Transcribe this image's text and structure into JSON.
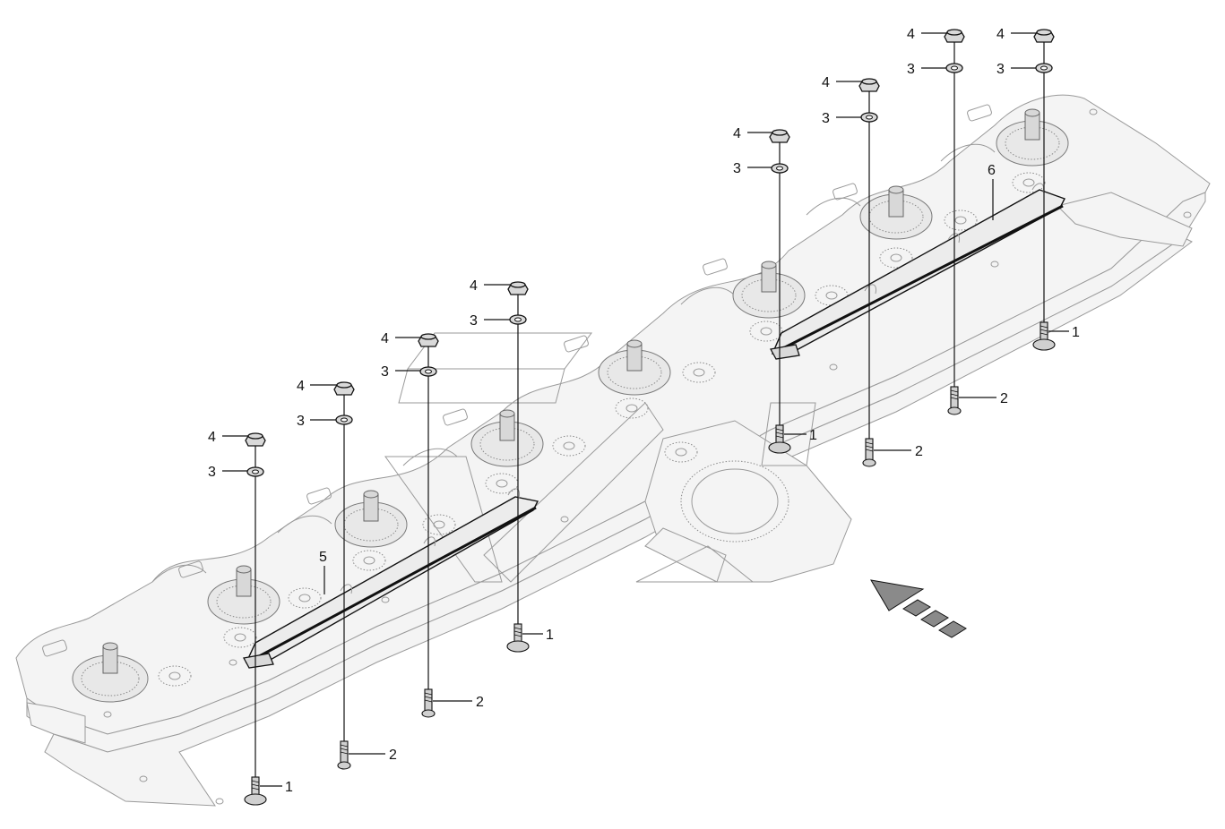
{
  "diagram": {
    "callouts": {
      "bolt_long": "1",
      "bolt_short": "2",
      "washer": "3",
      "nut": "4",
      "strip_left": "5",
      "strip_right": "6"
    }
  }
}
